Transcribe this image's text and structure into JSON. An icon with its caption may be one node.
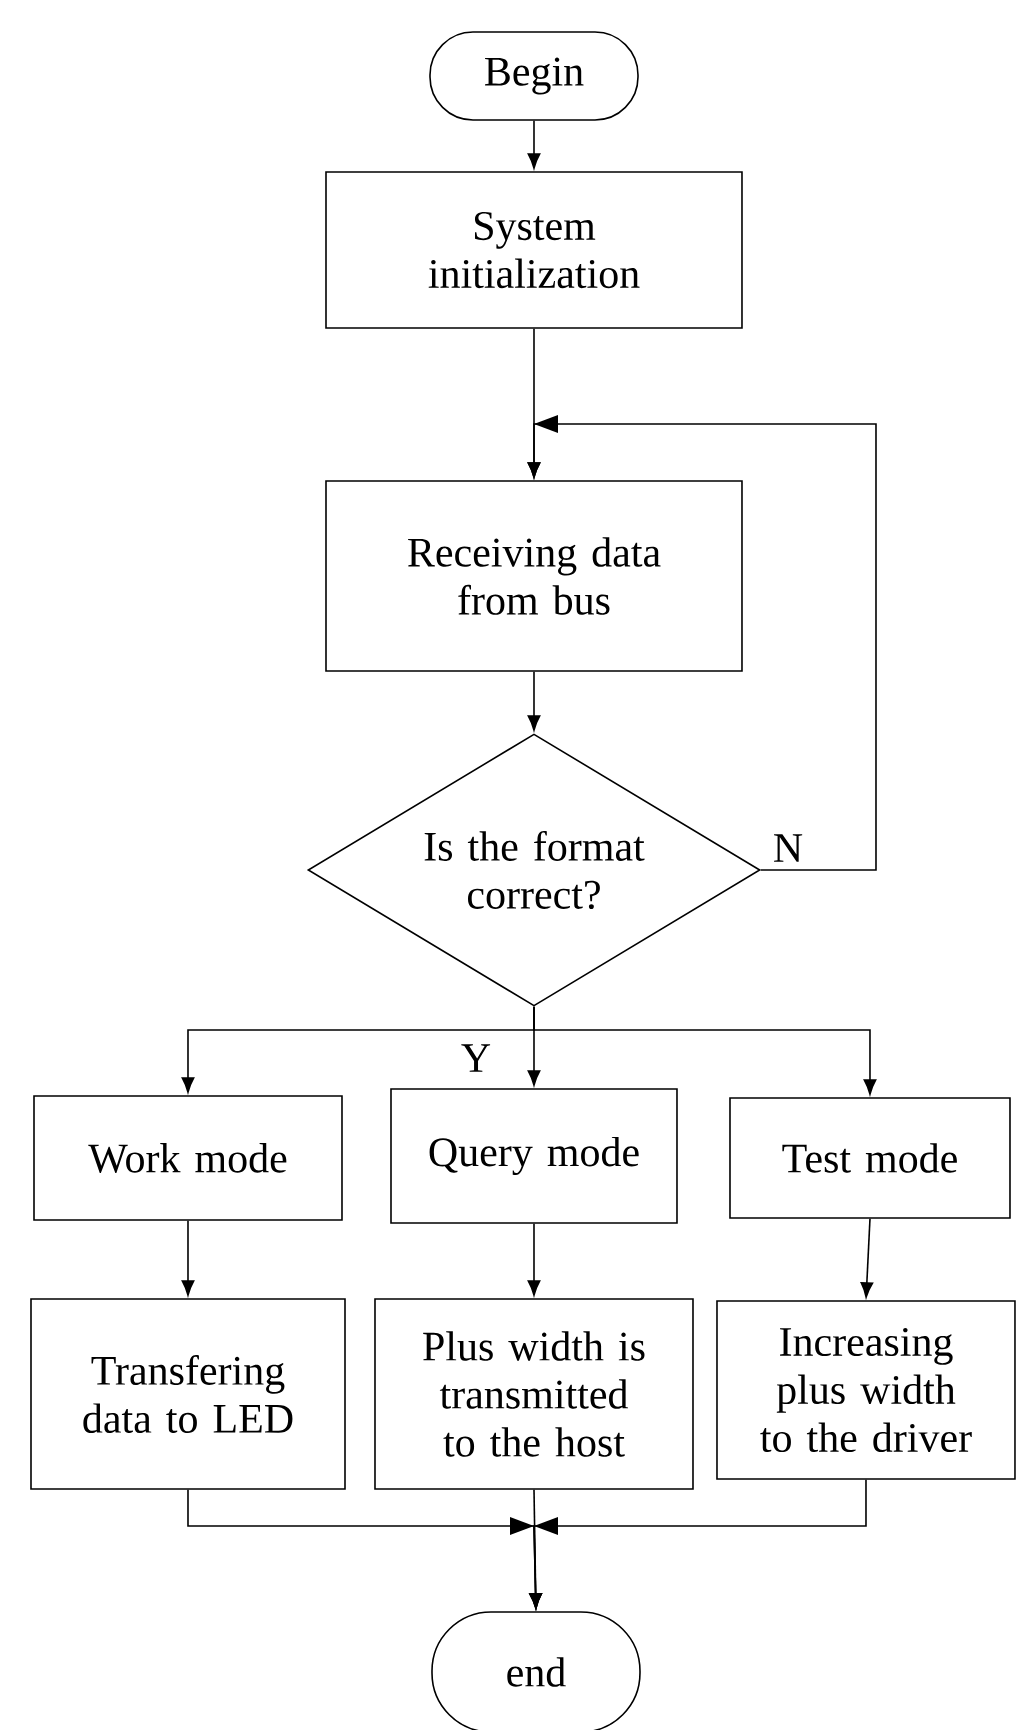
{
  "diagram": {
    "nodes": [
      {
        "text": [
          "Begin"
        ]
      },
      {
        "text": [
          "System initialization"
        ]
      },
      {
        "text": [
          "Receiving data from bus"
        ]
      },
      {
        "text": [
          "Is the format correct?"
        ]
      },
      {
        "text": [
          "Work mode"
        ]
      },
      {
        "text": [
          "Query mode"
        ]
      },
      {
        "text": [
          "Test mode"
        ]
      },
      {
        "text": [
          "Transfering data to LED"
        ]
      },
      {
        "text": [
          "Plus width is transmitted to the host"
        ]
      },
      {
        "text": [
          "Increasing plus width to the driver"
        ]
      },
      {
        "text": [
          "end"
        ]
      }
    ],
    "edges": [
      {
        "from": 0,
        "to": 1,
        "arrow": "to"
      },
      {
        "from": 1,
        "to": 2,
        "arrow": "to"
      },
      {
        "from": 2,
        "to": 3,
        "arrow": "to"
      },
      {
        "from": 3,
        "to": 2,
        "arrow": "to",
        "label": "N"
      },
      {
        "from": 3,
        "to": 4,
        "arrow": "to",
        "label": "Y"
      },
      {
        "from": 3,
        "to": 5,
        "arrow": "to"
      },
      {
        "from": 3,
        "to": 6,
        "arrow": "to"
      },
      {
        "from": 4,
        "to": 7,
        "arrow": "to"
      },
      {
        "from": 5,
        "to": 8,
        "arrow": "to"
      },
      {
        "from": 6,
        "to": 9,
        "arrow": "to"
      },
      {
        "from": 7,
        "to": 10,
        "arrow": "to"
      },
      {
        "from": 8,
        "to": 10,
        "arrow": "to"
      },
      {
        "from": 9,
        "to": 10,
        "arrow": "to"
      }
    ]
  }
}
